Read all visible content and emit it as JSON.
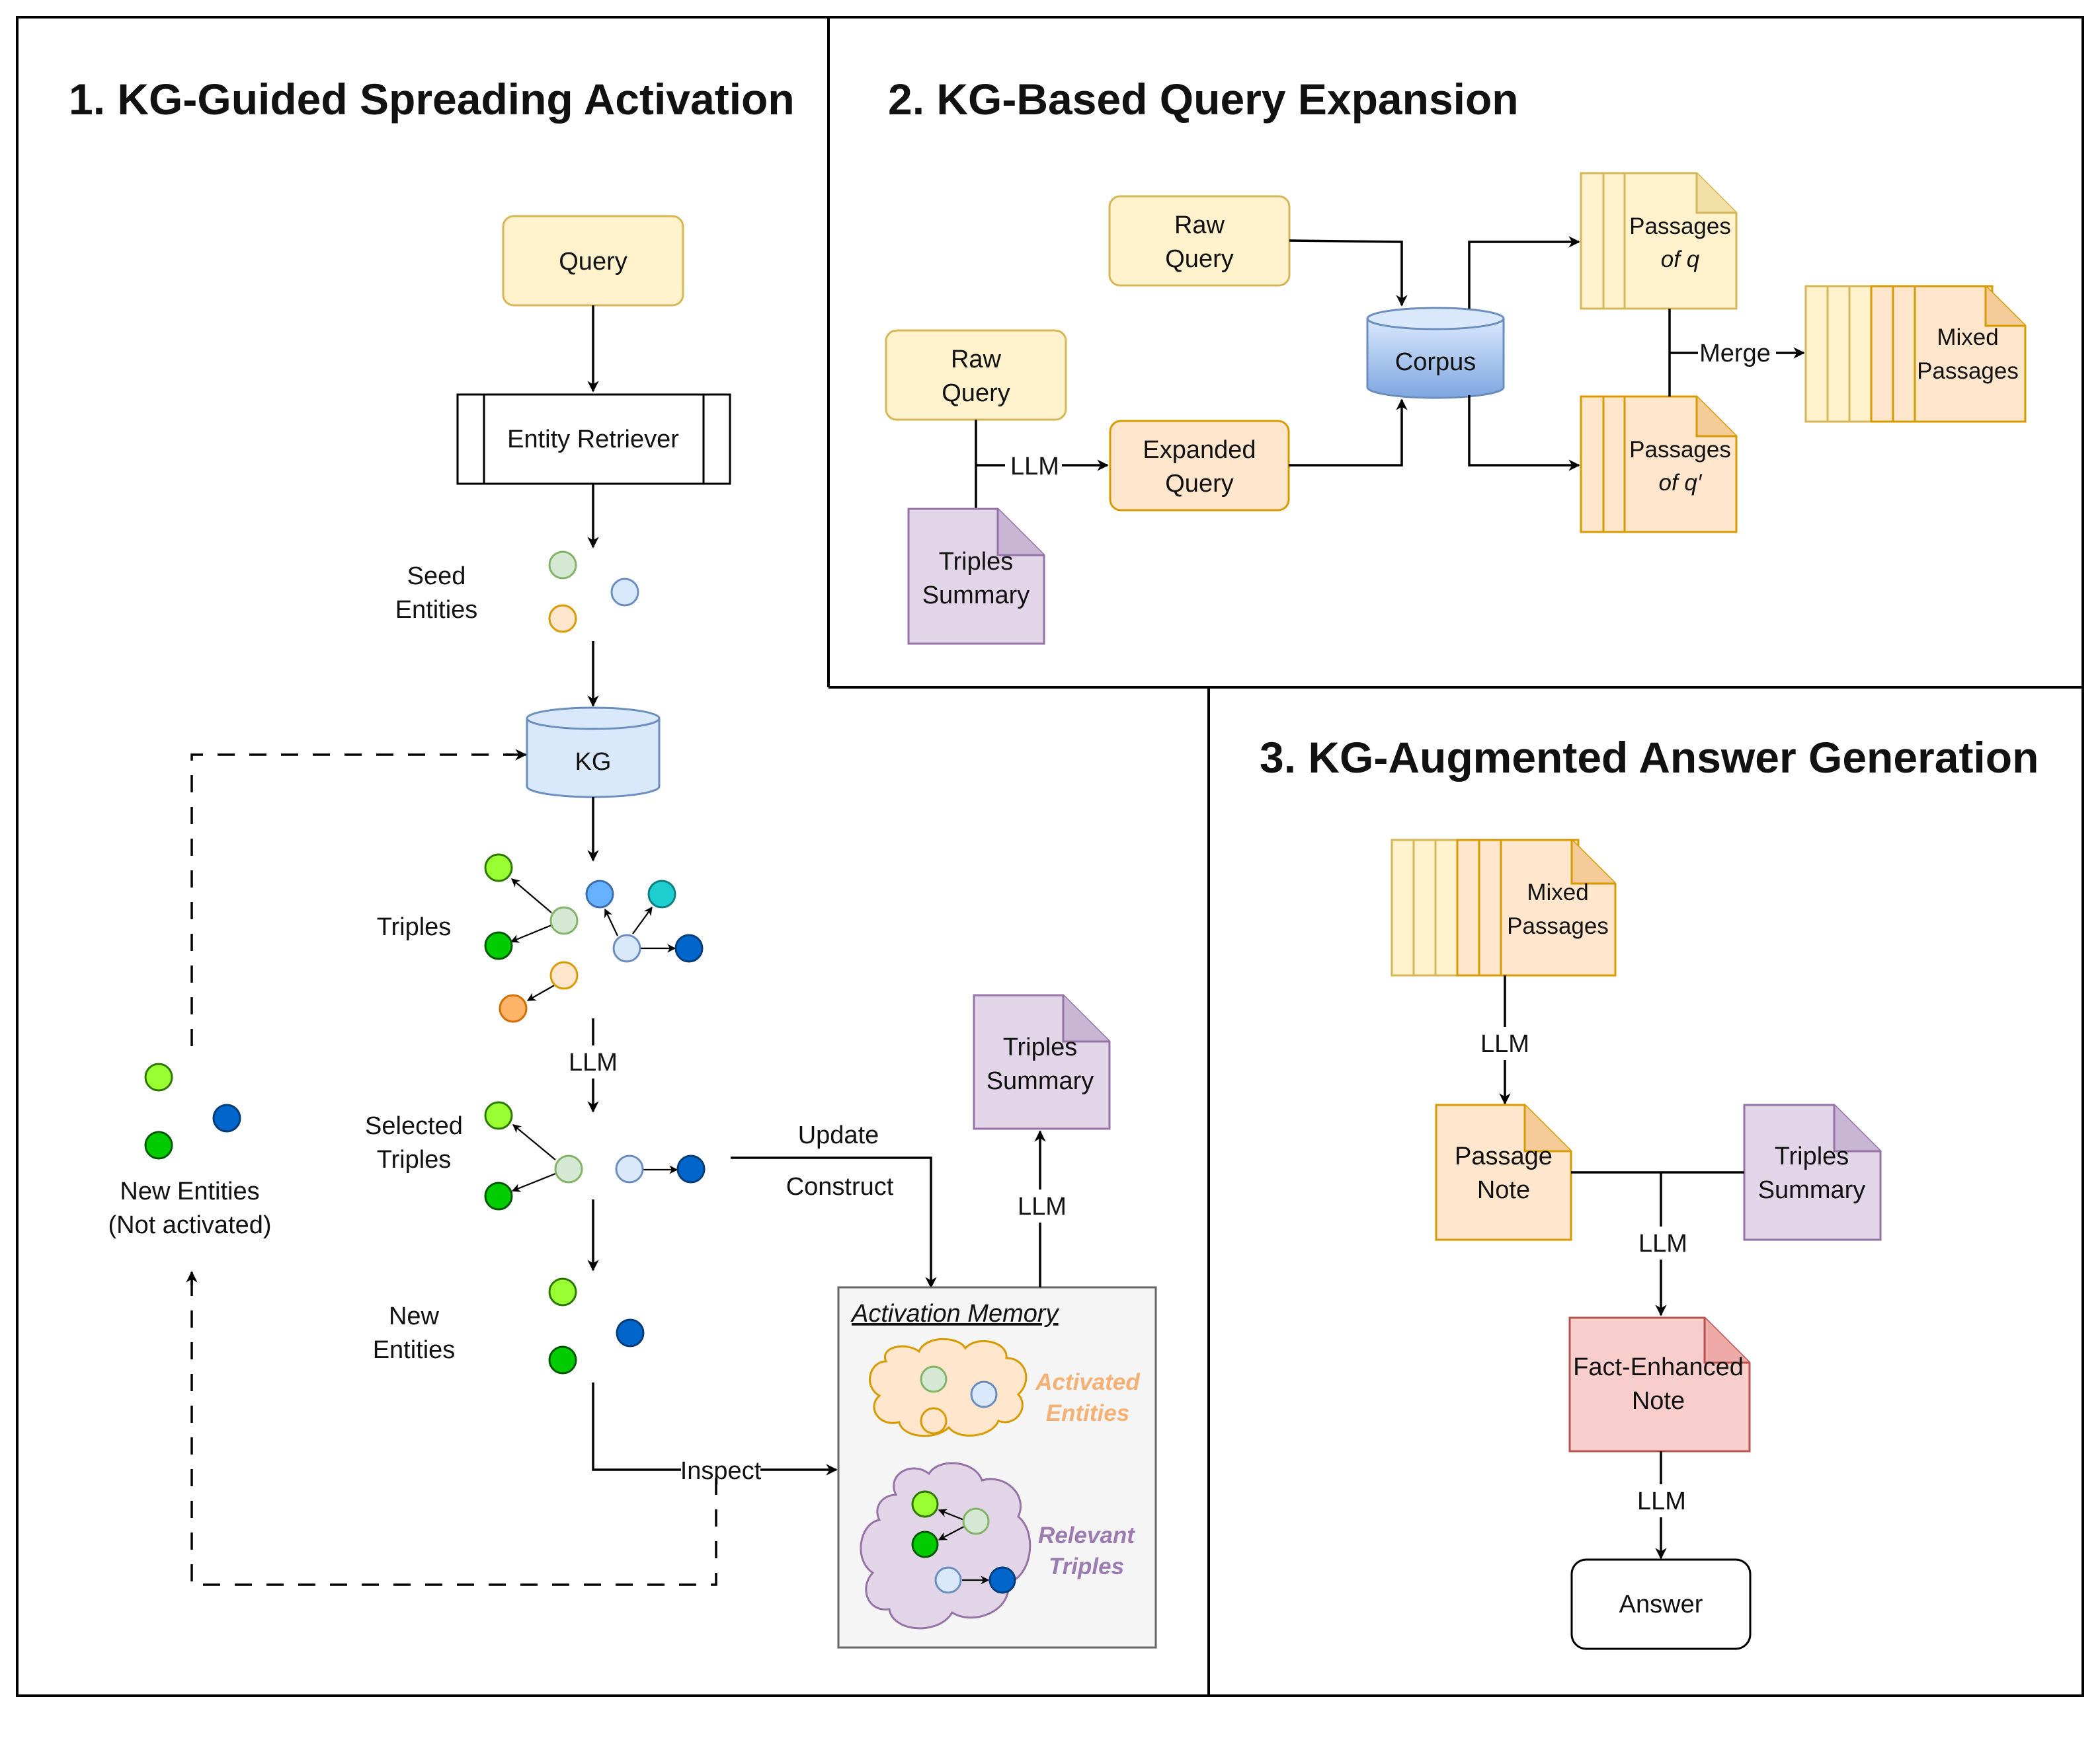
{
  "sections": {
    "s1": {
      "title": "1. KG-Guided Spreading Activation"
    },
    "s2": {
      "title": "2. KG-Based Query Expansion"
    },
    "s3": {
      "title": "3. KG-Augmented Answer Generation"
    }
  },
  "s1": {
    "query": "Query",
    "entity_retriever": "Entity Retriever",
    "seed_entities": [
      "Seed",
      "Entities"
    ],
    "kg": "KG",
    "triples": "Triples",
    "llm": "LLM",
    "selected_triples": [
      "Selected",
      "Triples"
    ],
    "new_entities": [
      "New",
      "Entities"
    ],
    "new_entities_not_activated": [
      "New Entities",
      "(Not activated)"
    ],
    "update": "Update",
    "construct": "Construct",
    "inspect": "Inspect",
    "triples_summary": [
      "Triples",
      "Summary"
    ],
    "llm_summary": "LLM",
    "activation_memory": "Activation Memory",
    "activated_entities": [
      "Activated",
      "Entities"
    ],
    "relevant_triples": [
      "Relevant",
      "Triples"
    ]
  },
  "s2": {
    "raw_query_top": [
      "Raw",
      "Query"
    ],
    "raw_query_left": [
      "Raw",
      "Query"
    ],
    "triples_summary": [
      "Triples",
      "Summary"
    ],
    "llm": "LLM",
    "expanded_query": [
      "Expanded",
      "Query"
    ],
    "corpus": "Corpus",
    "passages_q": [
      "Passages",
      "of q"
    ],
    "passages_q_prime": [
      "Passages",
      "of q′"
    ],
    "merge": "Merge",
    "mixed_passages": [
      "Mixed",
      "Passages"
    ]
  },
  "s3": {
    "mixed_passages": [
      "Mixed",
      "Passages"
    ],
    "llm_1": "LLM",
    "passage_note": [
      "Passage",
      "Note"
    ],
    "triples_summary": [
      "Triples",
      "Summary"
    ],
    "llm_2": "LLM",
    "fact_enhanced_note": [
      "Fact-Enhanced",
      "Note"
    ],
    "llm_3": "LLM",
    "answer": "Answer"
  },
  "colors": {
    "yellow_fill": "#fff2cc",
    "yellow_stroke": "#d6b656",
    "orange_fill": "#ffe6cc",
    "orange_stroke": "#d79b00",
    "purple_fill": "#e1d5e7",
    "purple_stroke": "#9673a6",
    "blue_fill": "#dae8fc",
    "blue_stroke": "#6c8ebf",
    "red_fill": "#f8cecc",
    "red_stroke": "#b85450",
    "memory_fill": "#f5f5f5",
    "activated_text": "#f5b073",
    "relevant_text": "#9b7bb0"
  }
}
